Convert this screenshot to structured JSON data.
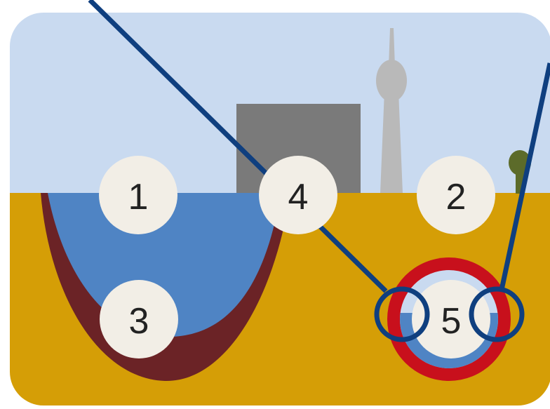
{
  "diagram": {
    "labels": {
      "one": "1",
      "two": "2",
      "three": "3",
      "four": "4",
      "five": "5"
    },
    "colors": {
      "sky": "#c9daf0",
      "ground": "#d59e06",
      "water": "#4f84c4",
      "basin_liner": "#6b2326",
      "building": "#7a7a7a",
      "tower": "#b9b9b9",
      "pipe_ring": "#c8101c",
      "callout_line": "#0f3f7f",
      "tree": "#5c6b2a",
      "label_circle": "#f2eee6"
    },
    "icons": [
      "tower-icon",
      "building-icon",
      "tree-icon"
    ]
  }
}
